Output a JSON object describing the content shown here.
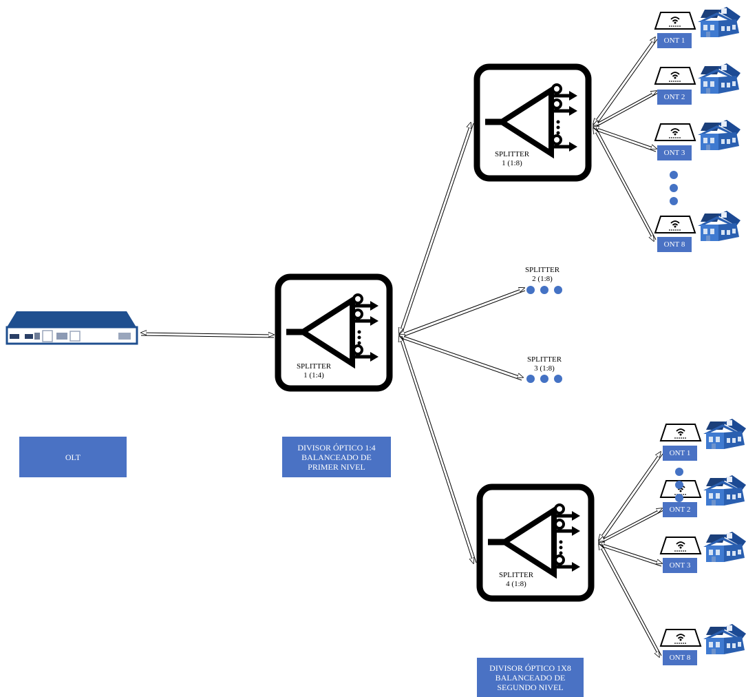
{
  "olt": {
    "label": "OLT"
  },
  "level1": {
    "splitter_line1": "SPLITTER",
    "splitter_line2": "1 (1:4)",
    "caption": [
      "DIVISOR ÓPTICO 1:4",
      "BALANCEADO DE",
      "PRIMER NIVEL"
    ]
  },
  "splitters": [
    {
      "line1": "SPLITTER",
      "line2": "1 (1:8)"
    },
    {
      "line1": "SPLITTER",
      "line2": "2 (1:8)"
    },
    {
      "line1": "SPLITTER",
      "line2": "3 (1:8)"
    },
    {
      "line1": "SPLITTER",
      "line2": "4 (1:8)"
    }
  ],
  "level2_caption": [
    "DIVISOR ÓPTICO 1X8",
    "BALANCEADO DE",
    "SEGUNDO NIVEL"
  ],
  "group_top_onts": [
    "ONT 1",
    "ONT 2",
    "ONT 3",
    "ONT 8"
  ],
  "group_bottom_onts": [
    "ONT 1",
    "ONT 2",
    "ONT 3",
    "ONT 8"
  ],
  "colors": {
    "label_blue": "#4a72c4",
    "house_blue": "#2a5fb0",
    "olt_blue": "#1f4f8f"
  }
}
